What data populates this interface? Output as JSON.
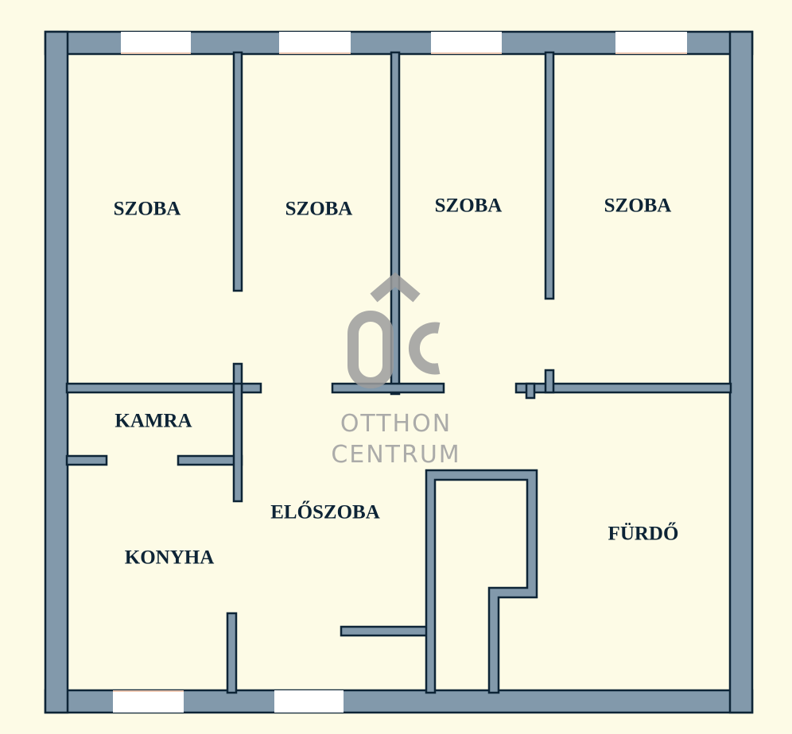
{
  "rooms": {
    "szoba_1": "SZOBA",
    "szoba_2": "SZOBA",
    "szoba_3": "SZOBA",
    "szoba_4": "SZOBA",
    "kamra": "KAMRA",
    "konyha": "KONYHA",
    "eloszoba": "ELŐSZOBA",
    "furdo": "FÜRDŐ"
  },
  "watermark": {
    "line1": "OTTHON",
    "line2": "CENTRUM"
  },
  "colors": {
    "background": "#fdfbe6",
    "wall_fill": "#8299ab",
    "wall_outline": "#0d2436",
    "label": "#0d2436",
    "watermark": "#9c9c9c"
  }
}
